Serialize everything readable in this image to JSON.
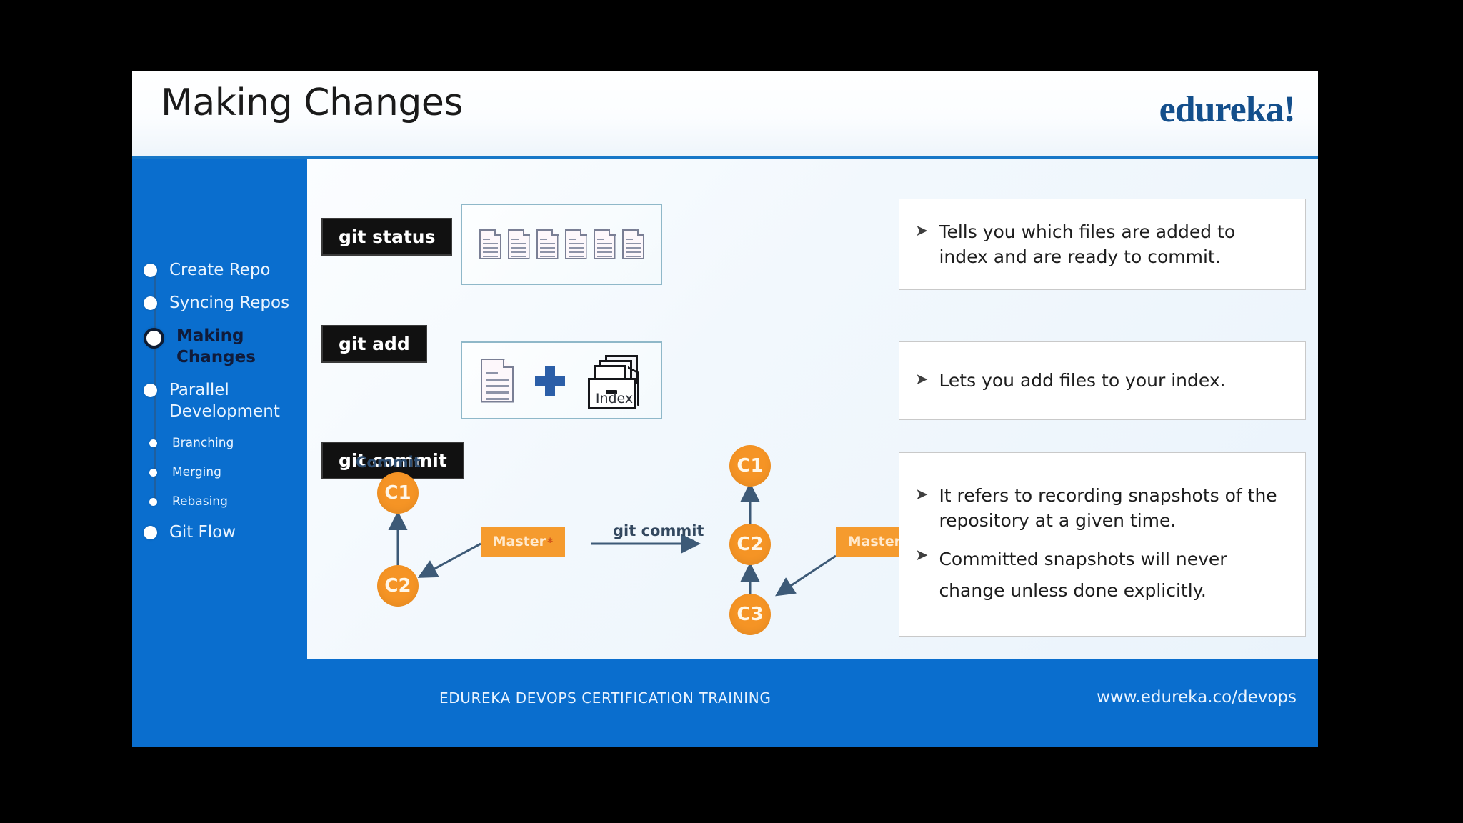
{
  "slide": {
    "title": "Making Changes",
    "brand": "edureka!"
  },
  "sidebar": {
    "items": [
      {
        "label": "Create Repo",
        "level": "main",
        "active": false
      },
      {
        "label": "Syncing Repos",
        "level": "main",
        "active": false
      },
      {
        "label": "Making Changes",
        "level": "main",
        "active": true
      },
      {
        "label": "Parallel Development",
        "level": "main",
        "active": false
      },
      {
        "label": "Branching",
        "level": "sub",
        "active": false
      },
      {
        "label": "Merging",
        "level": "sub",
        "active": false
      },
      {
        "label": "Rebasing",
        "level": "sub",
        "active": false
      },
      {
        "label": "Git Flow",
        "level": "main",
        "active": false
      }
    ]
  },
  "commands": {
    "status": "git status",
    "add": "git add",
    "commit": "git commit"
  },
  "illustrations": {
    "file_count": 6,
    "index_caption": "Index",
    "plus_symbol": "+"
  },
  "graph": {
    "caption": "Commit",
    "arrow_label": "git commit",
    "before": {
      "nodes": [
        "C1",
        "C2"
      ],
      "branch_label": "Master",
      "branch_marker": "*"
    },
    "after": {
      "nodes": [
        "C1",
        "C2",
        "C3"
      ],
      "branch_label": "Master",
      "branch_marker": "*"
    }
  },
  "callouts": [
    {
      "bullets": [
        "Tells you which files are added to index and are ready to commit."
      ]
    },
    {
      "bullets": [
        "Lets you add files to your index."
      ]
    },
    {
      "bullets": [
        "It refers to recording snapshots of the repository at a given time.",
        "Committed snapshots will never change unless done explicitly."
      ]
    }
  ],
  "footer": {
    "text": "EDUREKA DEVOPS CERTIFICATION TRAINING",
    "url": "www.edureka.co/devops"
  },
  "colors": {
    "brand_blue": "#0a6ece",
    "logo_blue": "#134f8c",
    "node_orange": "#f59425",
    "branch_orange": "#f59b2e",
    "chip_black": "#111111"
  }
}
